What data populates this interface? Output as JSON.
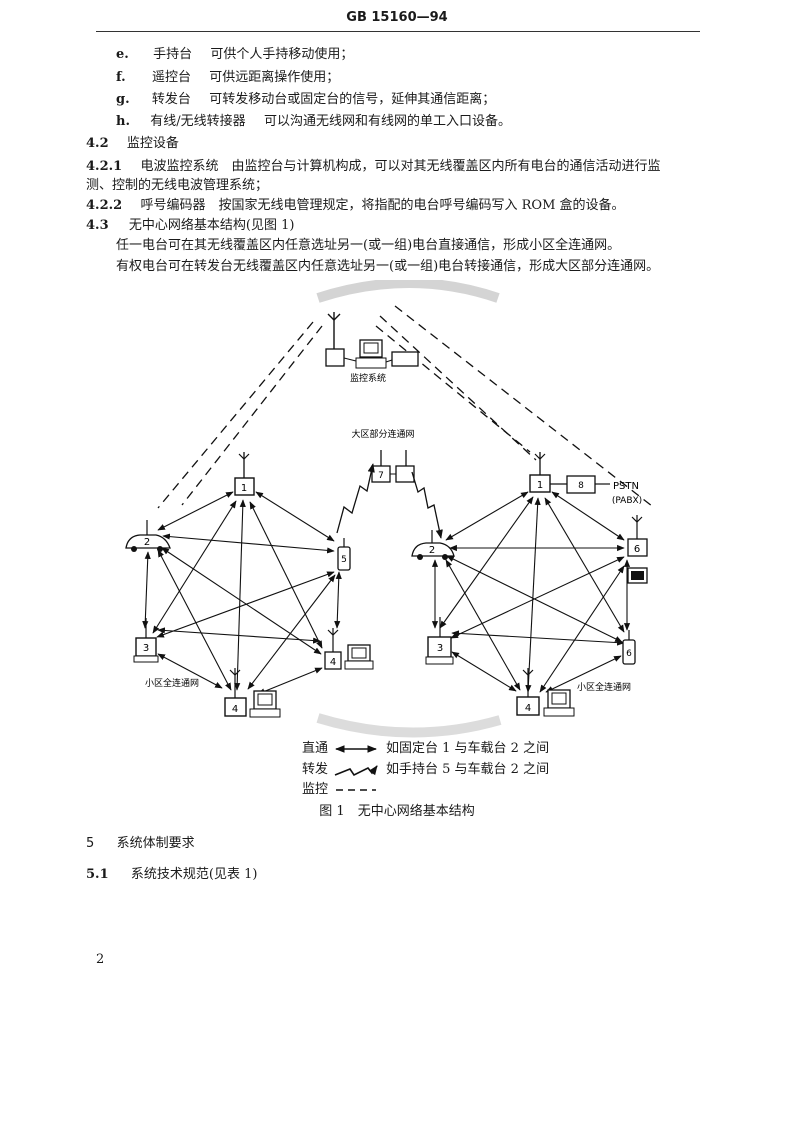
{
  "header": {
    "title": "GB  15160—94"
  },
  "list_items": [
    {
      "label": "e.",
      "term": "手持台",
      "desc": "可供个人手持移动使用；"
    },
    {
      "label": "f.",
      "term": "遥控台",
      "desc": "可供远距离操作使用；"
    },
    {
      "label": "g.",
      "term": "转发台",
      "desc": "可转发移动台或固定台的信号，延伸其通信距离；"
    },
    {
      "label": "h.",
      "term": "有线/无线转接器",
      "desc": "可以沟通无线网和有线网的单工入口设备。"
    }
  ],
  "section_4_2": {
    "num": "4.2",
    "title": "监控设备"
  },
  "section_4_2_1": {
    "num": "4.2.1",
    "line1": "电波监控系统　由监控台与计算机构成，可以对其无线覆盖区内所有电台的通信活动进行监",
    "line2": "测、控制的无线电波管理系统；"
  },
  "section_4_2_2": {
    "num": "4.2.2",
    "text": "呼号编码器　按国家无线电管理规定，将指配的电台呼号编码写入 ROM 盒的设备。"
  },
  "section_4_3": {
    "num": "4.3",
    "title": "无中心网络基本结构(见图 1)",
    "para1": "任一电台可在其无线覆盖区内任意选址另一(或一组)电台直接通信，形成小区全连通网。",
    "para2": "有权电台可在转发台无线覆盖区内任意选址另一(或一组)电台转接通信，形成大区部分连通网。"
  },
  "figure": {
    "monitor_label": "监控系统",
    "wide_area_label": "大区部分连通网",
    "left_cell_label": "小区全连通网",
    "right_cell_label": "小区全连通网",
    "pstn_label": "PSTN",
    "pabx_label": "(PABX)",
    "node_1": "1",
    "node_2": "2",
    "node_3": "3",
    "node_4": "4",
    "node_5": "5",
    "node_6": "6",
    "node_7": "7",
    "node_8": "8",
    "legend": [
      {
        "term": "直通",
        "desc": "如固定台 1 与车载台 2 之间"
      },
      {
        "term": "转发",
        "desc": "如手持台 5 与车载台 2 之间"
      },
      {
        "term": "监控",
        "desc": ""
      }
    ],
    "caption": "图 1　无中心网络基本结构"
  },
  "section_5": {
    "num": "5",
    "title": "系统体制要求"
  },
  "section_5_1": {
    "num": "5.1",
    "title": "系统技术规范(见表 1)"
  },
  "page_number": "2"
}
